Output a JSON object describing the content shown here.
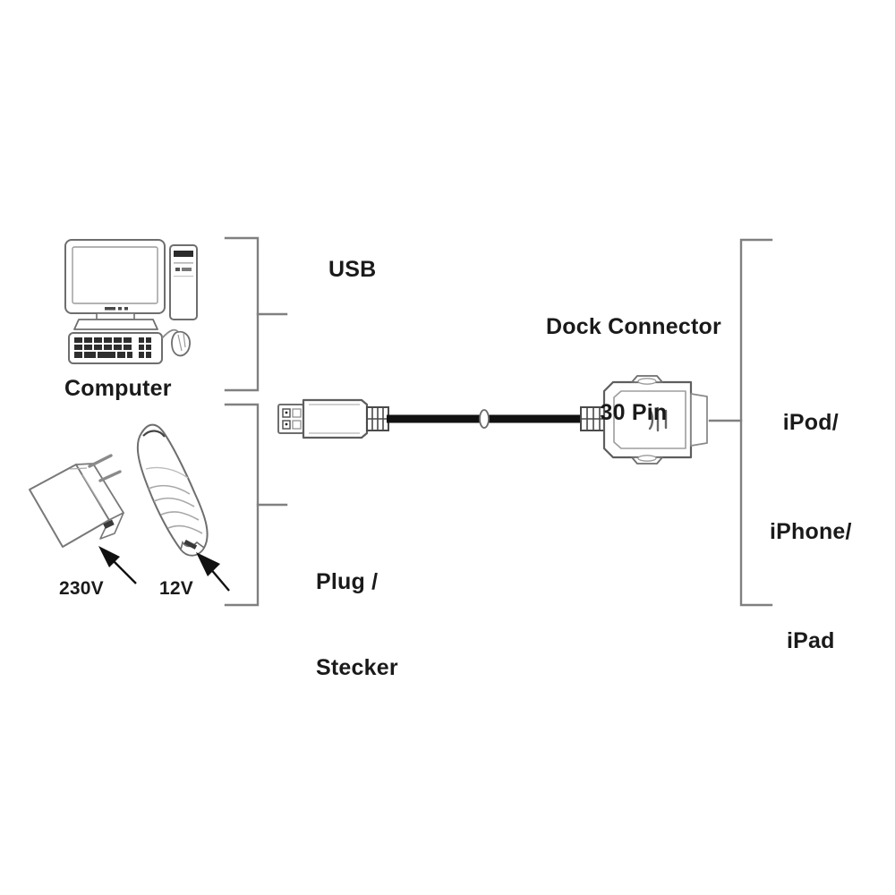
{
  "diagram": {
    "title_text": "",
    "background_color": "#ffffff",
    "line_color": "#3a3a3a",
    "bracket_color": "#808080",
    "cable_color": "#111111",
    "labels": {
      "computer": "Computer",
      "usb": "USB",
      "dock_connector_line1": "Dock Connector",
      "dock_connector_line2": "30 Pin",
      "plug_line1": "Plug /",
      "plug_line2": "Stecker",
      "voltage_ac": "230V",
      "voltage_dc": "12V",
      "device_line1": "iPod/",
      "device_line2": "iPhone/",
      "device_line3": "iPad"
    },
    "elements": {
      "computer_icon": "desktop-computer-illustration",
      "wall_charger_icon": "ac-wall-power-adapter-illustration",
      "car_charger_icon": "car-12v-charger-illustration",
      "usb_plug_icon": "usb-type-a-plug-illustration",
      "dock_plug_icon": "apple-30-pin-dock-connector-illustration",
      "cable_icon": "usb-to-dock-cable",
      "arrow_to_ac_port": "arrow-pointing-to-usb-port",
      "arrow_to_car_port": "arrow-pointing-to-usb-port",
      "left_bracket_top": "source-bracket-computer",
      "left_bracket_bottom": "source-bracket-plug",
      "right_bracket": "target-bracket-apple-devices"
    }
  }
}
